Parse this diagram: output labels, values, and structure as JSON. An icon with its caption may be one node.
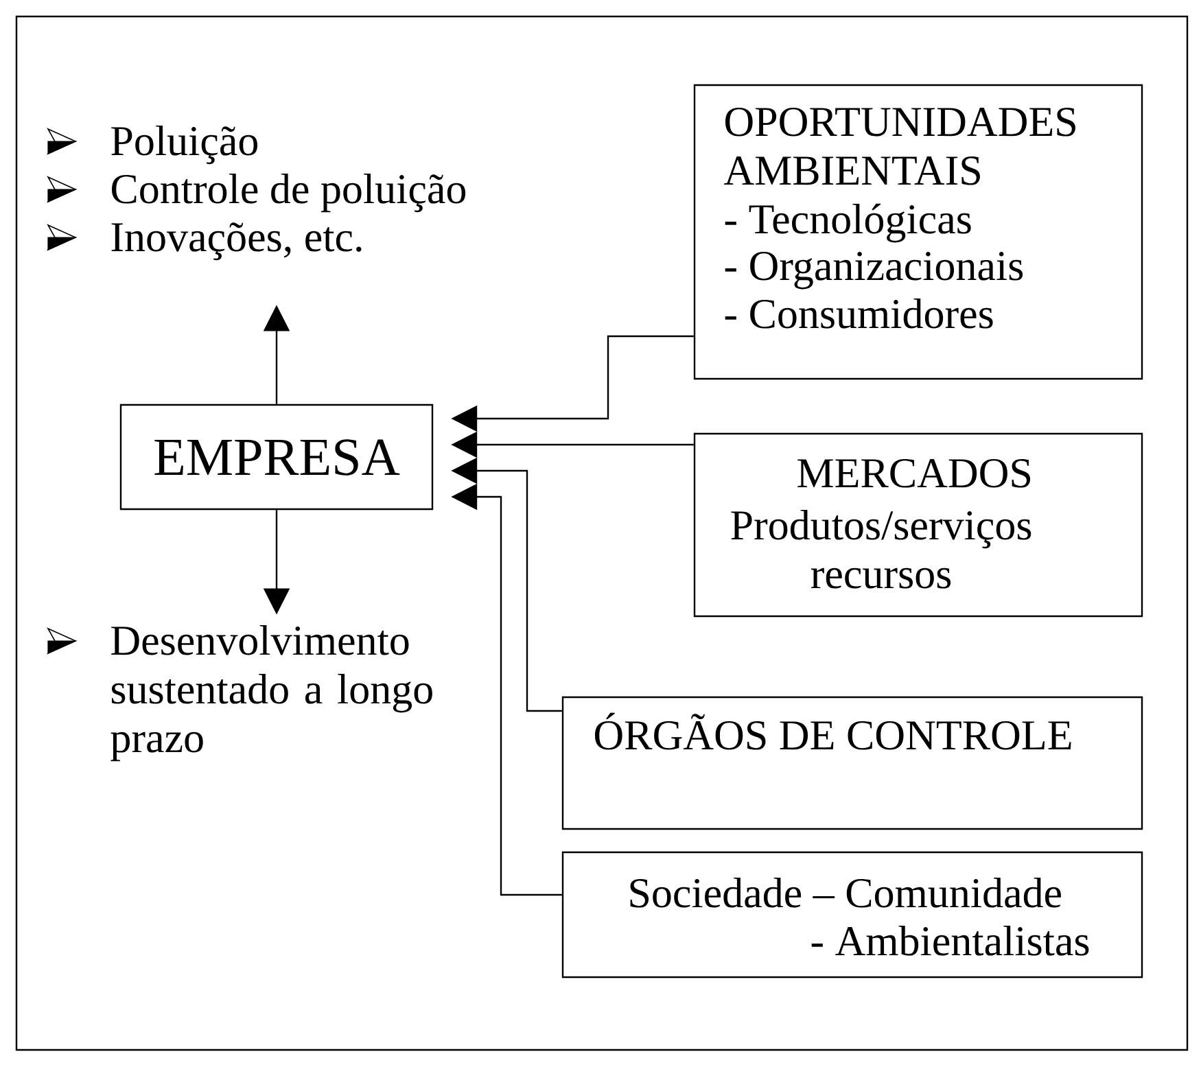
{
  "diagram": {
    "nodes": [
      {
        "text": [
          "EMPRESA"
        ]
      },
      {
        "text": [
          "Poluição",
          "Controle de poluição",
          "Inovações, etc."
        ]
      },
      {
        "text": [
          "Desenvolvimento sustentado a longo prazo"
        ]
      },
      {
        "text": [
          "OPORTUNIDADES AMBIENTAIS",
          "- Tecnológicas",
          "- Organizacionais",
          "- Consumidores"
        ]
      },
      {
        "text": [
          "MERCADOS",
          "Produtos/serviços recursos"
        ]
      },
      {
        "text": [
          "ÓRGÃOS DE CONTROLE"
        ]
      },
      {
        "text": [
          "Sociedade – Comunidade",
          "- Ambientalistas"
        ]
      }
    ],
    "edges": [
      {
        "from": 0,
        "to": 1,
        "arrow": "to"
      },
      {
        "from": 0,
        "to": 2,
        "arrow": "to"
      },
      {
        "from": 3,
        "to": 0,
        "arrow": "to"
      },
      {
        "from": 4,
        "to": 0,
        "arrow": "to"
      },
      {
        "from": 5,
        "to": 0,
        "arrow": "to"
      },
      {
        "from": 6,
        "to": 0,
        "arrow": "to"
      }
    ]
  }
}
